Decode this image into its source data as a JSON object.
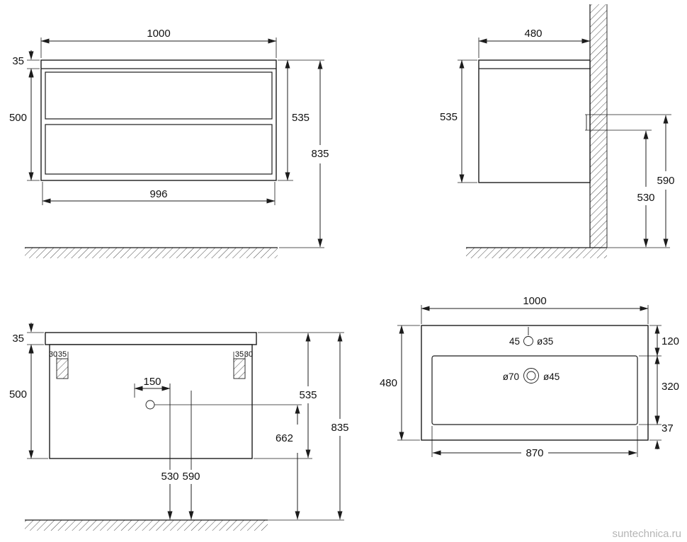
{
  "watermark": "suntechnica.ru",
  "front_view": {
    "width": "1000",
    "top_panel_thickness": "35",
    "body_height": "500",
    "overall_height": "535",
    "height_above_floor": "835",
    "inner_width": "996"
  },
  "side_view": {
    "depth": "480",
    "overall_height": "535",
    "mount_height_top": "590",
    "mount_height_bottom": "530"
  },
  "mounting_view": {
    "top_panel_thickness": "35",
    "left_edge_offset": "30",
    "left_bracket_width": "35",
    "right_bracket_width": "35",
    "right_edge_offset": "30",
    "body_height": "500",
    "hole_spacing": "150",
    "overall_height": "535",
    "siphon_height": "662",
    "height_above_floor": "835",
    "mount_height_bottom": "530",
    "mount_height_top": "590"
  },
  "top_view": {
    "width": "1000",
    "faucet_offset": "45",
    "faucet_hole": "ø35",
    "front_edge_to_bowl": "120",
    "depth": "480",
    "drain_outer": "ø70",
    "drain_inner": "ø45",
    "bowl_depth": "320",
    "bottom_edge": "37",
    "bowl_width": "870"
  }
}
